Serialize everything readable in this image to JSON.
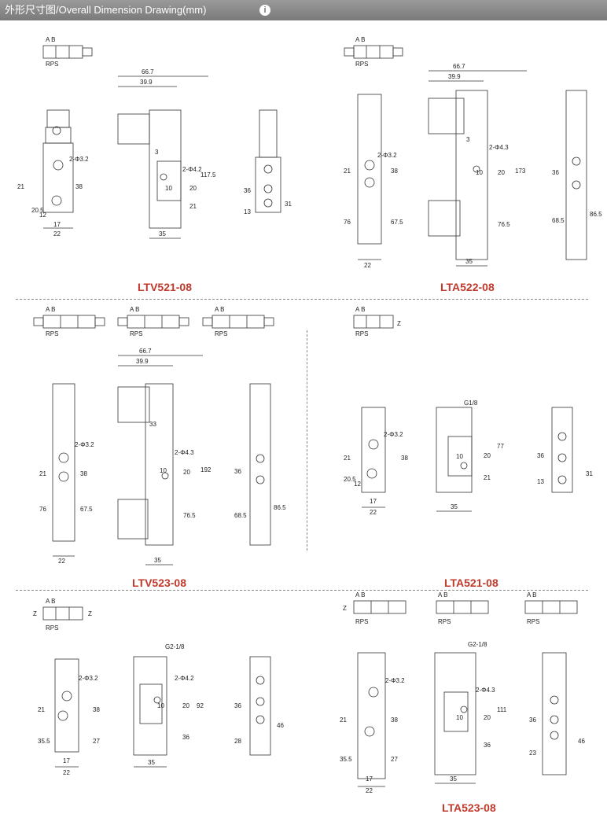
{
  "header": {
    "title": "外形尺寸图/Overall Dimension Drawing(mm)",
    "info_icon": "info-icon"
  },
  "symbol_labels": {
    "top": "A B",
    "bottom": "RPS"
  },
  "models": [
    {
      "name": "LTV521-08"
    },
    {
      "name": "LTA522-08"
    },
    {
      "name": "LTV523-08"
    },
    {
      "name": "LTA521-08"
    },
    {
      "name": "LTA523-08"
    }
  ],
  "dims": {
    "d66_7": "66.7",
    "d39_9": "39.9",
    "d3": "3",
    "d2_32": "2-Φ3.2",
    "d2_42": "2-Φ4.2",
    "d2_43": "2-Φ4.3",
    "d21": "21",
    "d38": "38",
    "d20_5": "20.5",
    "d12": "12",
    "d17": "17",
    "d22": "22",
    "d35": "35",
    "d10": "10",
    "d20": "20",
    "d117_5": "117.5",
    "d36": "36",
    "d13": "13",
    "d31": "31",
    "d173": "173",
    "d76": "76",
    "d67_5": "67.5",
    "d76_5": "76.5",
    "d68_5": "68.5",
    "d86_5": "86.5",
    "d33": "33",
    "d192": "192",
    "d77": "77",
    "g1_8": "G1/8",
    "g2_1_8": "G2-1/8",
    "d92": "92",
    "d35_5": "35.5",
    "d27": "27",
    "d28": "28",
    "d46": "46",
    "d111": "111",
    "d23": "23",
    "z": "Z"
  }
}
